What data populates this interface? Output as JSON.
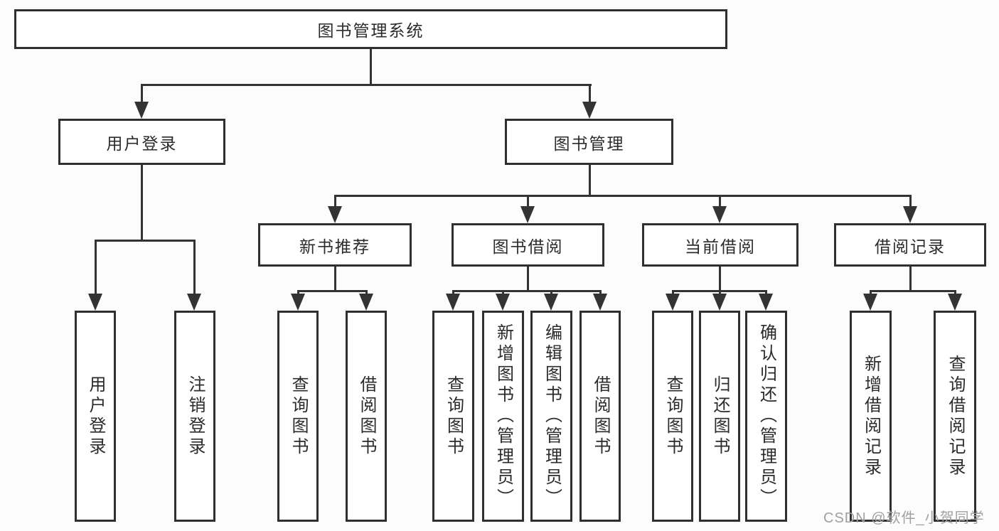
{
  "tree": {
    "label": "图书管理系统",
    "children": [
      {
        "label": "用户登录",
        "children": [
          {
            "label": "用户登录"
          },
          {
            "label": "注销登录"
          }
        ]
      },
      {
        "label": "图书管理",
        "children": [
          {
            "label": "新书推荐",
            "children": [
              {
                "label": "查询图书"
              },
              {
                "label": "借阅图书"
              }
            ]
          },
          {
            "label": "图书借阅",
            "children": [
              {
                "label": "查询图书"
              },
              {
                "label": "新增图书（管理员）"
              },
              {
                "label": "编辑图书（管理员）"
              },
              {
                "label": "借阅图书"
              }
            ]
          },
          {
            "label": "当前借阅",
            "children": [
              {
                "label": "查询图书"
              },
              {
                "label": "归还图书"
              },
              {
                "label": "确认归还（管理员）"
              }
            ]
          },
          {
            "label": "借阅记录",
            "children": [
              {
                "label": "新增借阅记录"
              },
              {
                "label": "查询借阅记录"
              }
            ]
          }
        ]
      }
    ]
  },
  "watermark": {
    "text": "CSDN @软件_小贺同学"
  },
  "colors": {
    "line": "#333333",
    "box_border": "#2f2f2f",
    "box_fill": "#ffffff",
    "text": "#2b2b2b",
    "watermark": "#a0a0a0"
  }
}
